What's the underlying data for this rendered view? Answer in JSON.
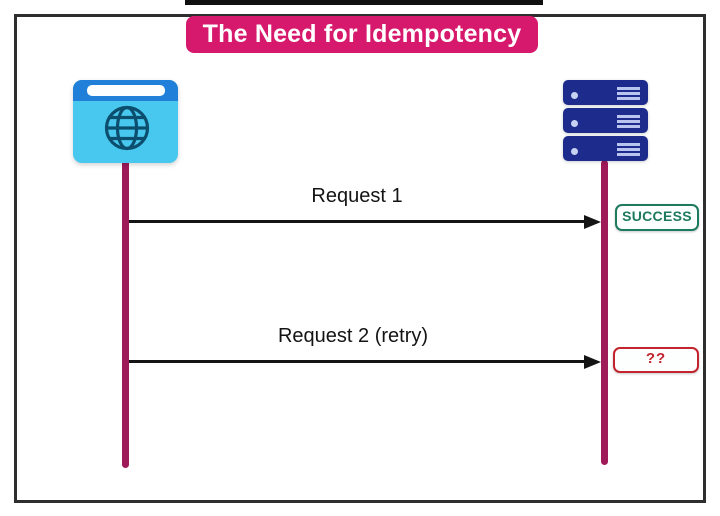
{
  "title": {
    "text": "The Need for Idempotency",
    "bg_color": "#d6196d",
    "text_color": "#ffffff"
  },
  "actors": {
    "client": {
      "icon": "web-browser-globe-icon"
    },
    "server": {
      "icon": "server-stack-icon",
      "unit_count": 3
    }
  },
  "lifeline_color": "#9e1a58",
  "messages": [
    {
      "label": "Request 1",
      "from": "client",
      "to": "server",
      "result": {
        "label": "SUCCESS",
        "color": "#1e7a5e"
      }
    },
    {
      "label": "Request 2 (retry)",
      "from": "client",
      "to": "server",
      "result": {
        "label": "??",
        "color": "#c3242e"
      }
    }
  ],
  "colors": {
    "title_bg": "#d6196d",
    "lifeline": "#9e1a58",
    "browser_body": "#49c8ef",
    "browser_topbar": "#1f7fd9",
    "globe_stroke": "#0c4e6e",
    "server_navy": "#1c2b8c",
    "success_green": "#1e7a5e",
    "error_red": "#c3242e",
    "arrow": "#141414"
  }
}
